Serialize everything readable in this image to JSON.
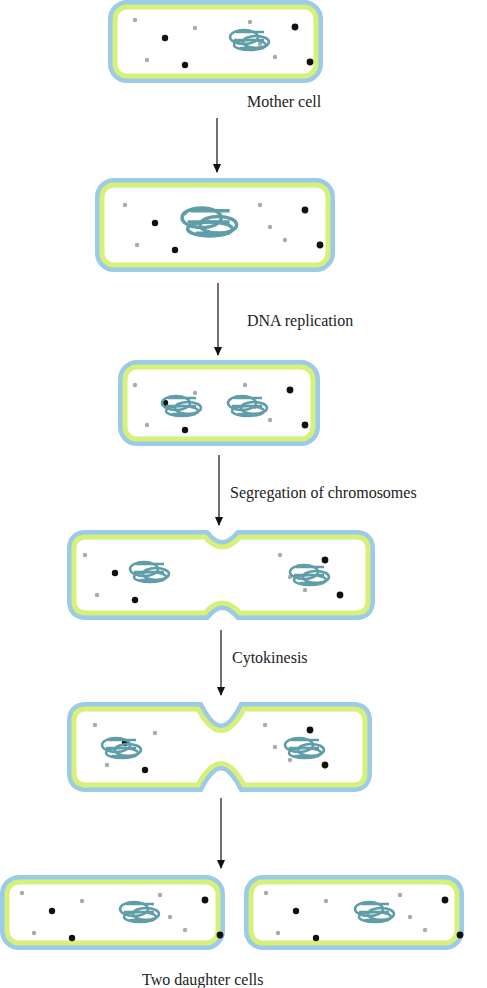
{
  "diagram": {
    "labels": [
      "Mother cell",
      "DNA replication",
      "Segregation of chromosomes",
      "Cytokinesis",
      "Two daughter cells"
    ]
  }
}
